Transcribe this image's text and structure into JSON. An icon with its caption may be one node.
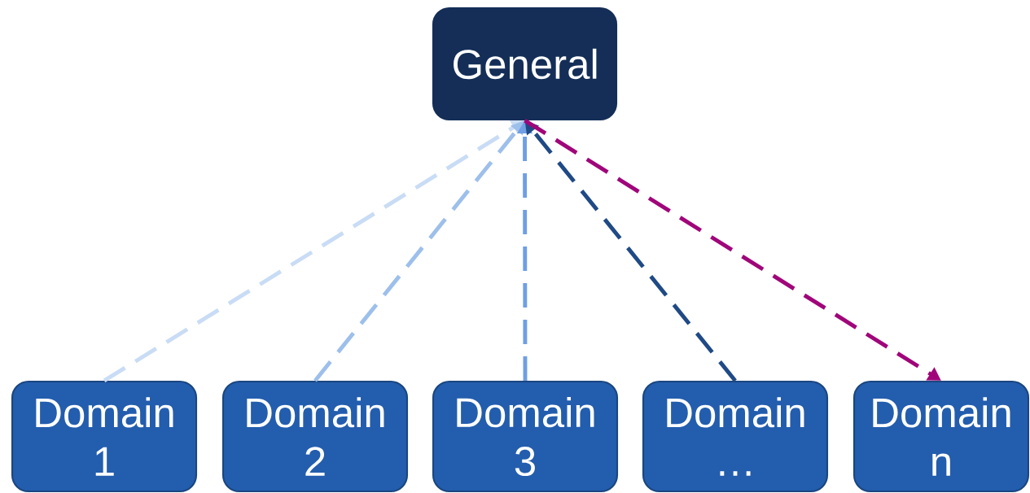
{
  "diagram": {
    "nodes": [
      {
        "text": [
          "General"
        ]
      },
      {
        "text": [
          "Domain 1"
        ]
      },
      {
        "text": [
          "Domain 2"
        ]
      },
      {
        "text": [
          "Domain 3"
        ]
      },
      {
        "text": [
          "Domain …"
        ]
      },
      {
        "text": [
          "Domain n"
        ]
      }
    ],
    "edges": [
      {
        "from": 1,
        "to": 0,
        "arrow": "to",
        "style": "dashed",
        "color": "#c9dcf5"
      },
      {
        "from": 2,
        "to": 0,
        "arrow": "to",
        "style": "dashed",
        "color": "#9dbfeb"
      },
      {
        "from": 3,
        "to": 0,
        "arrow": "to",
        "style": "dashed",
        "color": "#6f9fe4"
      },
      {
        "from": 4,
        "to": 0,
        "arrow": "to",
        "style": "dashed",
        "color": "#1f4a85"
      },
      {
        "from": 0,
        "to": 5,
        "arrow": "to",
        "style": "dashed",
        "color": "#a0057a"
      }
    ]
  }
}
